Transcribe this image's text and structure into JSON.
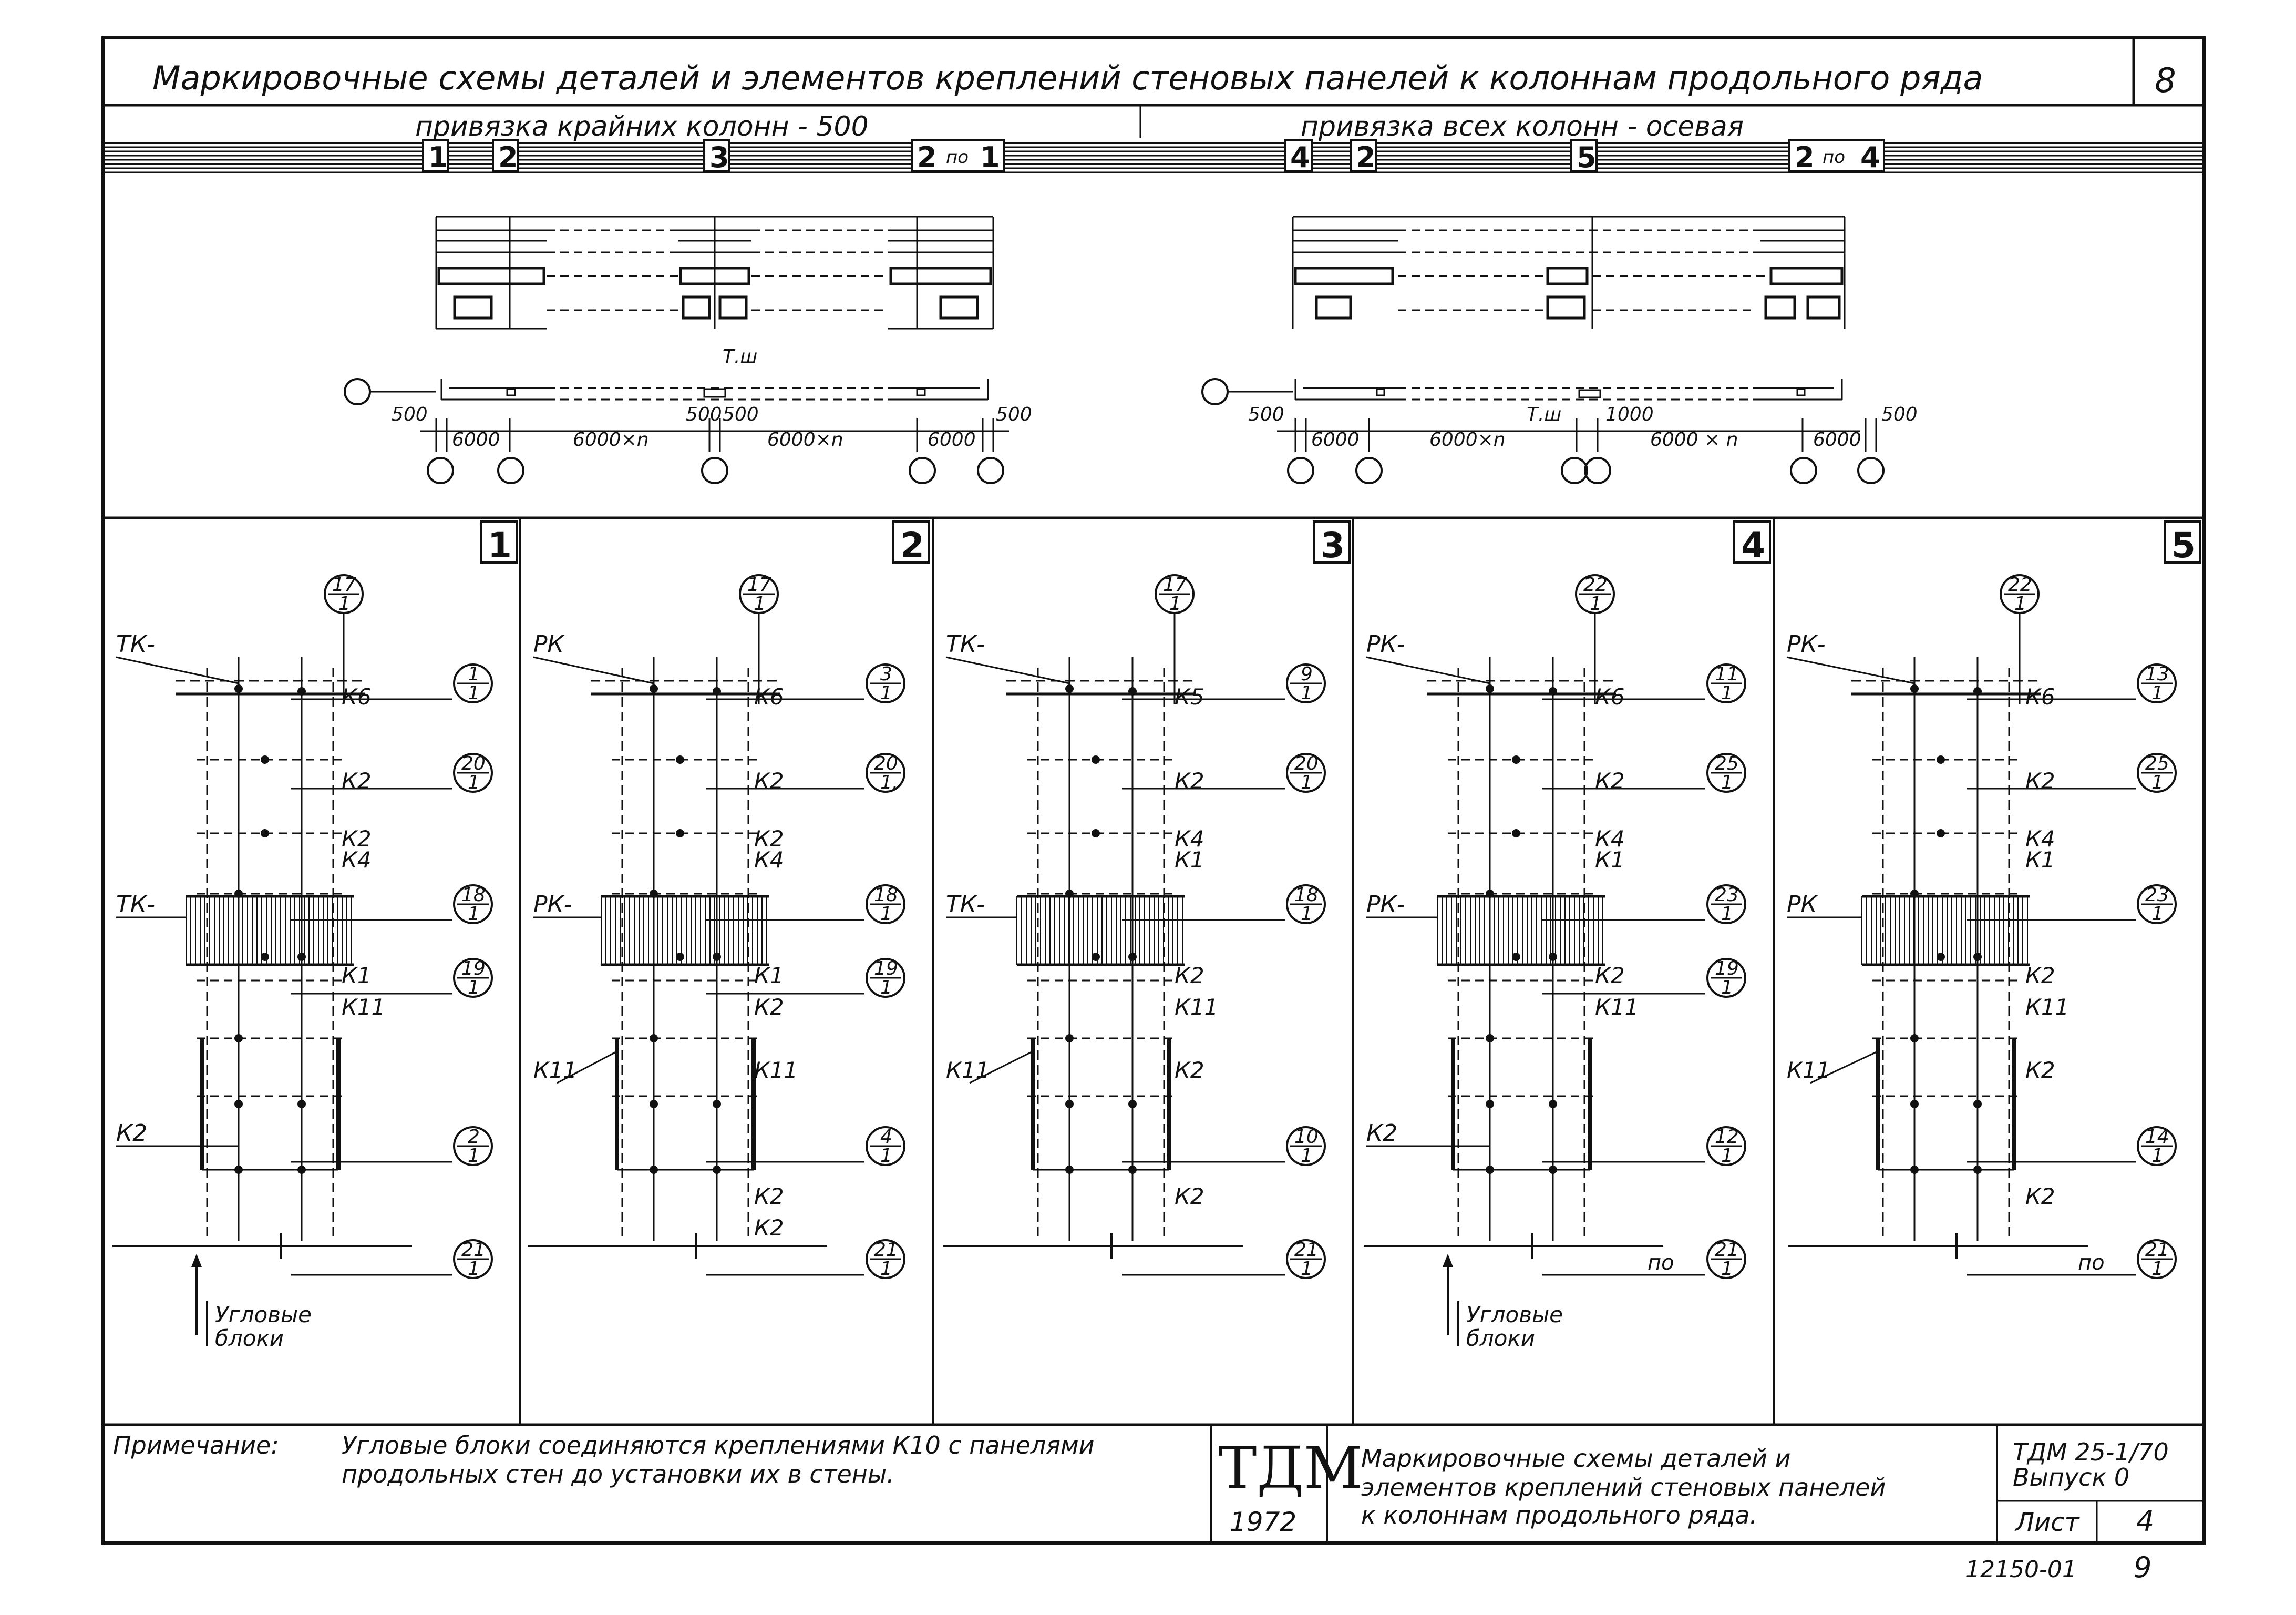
{
  "header": {
    "title": "Маркировочные схемы деталей и элементов креплений стеновых панелей к колоннам продольного ряда",
    "sheet_no": "8"
  },
  "left_plan": {
    "caption": "привязка крайних колонн - 500",
    "tags": [
      "1",
      "2",
      "3",
      "2",
      "по",
      "1"
    ],
    "dims": {
      "a": "500",
      "b": "6000",
      "c": "6000×n",
      "d": "500",
      "e": "500",
      "f": "6000×n",
      "g": "6000",
      "h": "500"
    },
    "tsh": "Т.ш"
  },
  "right_plan": {
    "caption": "привязка всех колонн - осевая",
    "tags": [
      "4",
      "2",
      "5",
      "2",
      "по",
      "4"
    ],
    "dims": {
      "a": "500",
      "b": "6000",
      "c": "6000×n",
      "d": "1000",
      "f": "6000 × n",
      "g": "6000",
      "h": "500"
    },
    "tsh": "Т.ш"
  },
  "panels": [
    {
      "num": "1",
      "top": {
        "n": "17",
        "d": "1"
      },
      "bubbles": [
        [
          "1",
          "1"
        ],
        [
          "20",
          "1"
        ],
        [
          "18",
          "1"
        ],
        [
          "19",
          "1"
        ],
        [
          "2",
          "1"
        ],
        [
          "21",
          "1"
        ]
      ],
      "labels": {
        "l1": "ТК-",
        "l2": "ТК-",
        "l3": "К2",
        "k6": "К6",
        "k2a": "К2",
        "k2b": "К2",
        "k4": "К4",
        "k1": "К1",
        "k11": "К11"
      },
      "corner": [
        "Угловые",
        "блоки"
      ]
    },
    {
      "num": "2",
      "top": {
        "n": "17",
        "d": "1"
      },
      "bubbles": [
        [
          "3",
          "1"
        ],
        [
          "20",
          "1."
        ],
        [
          "18",
          "1"
        ],
        [
          "19",
          "1"
        ],
        [
          "4",
          "1"
        ],
        [
          "21",
          "1"
        ]
      ],
      "labels": {
        "l1": "РК",
        "l2": "РК-",
        "k6": "К6",
        "k2a": "К2",
        "k2b": "К2",
        "k4": "К4",
        "k1": "К1",
        "k2c": "К2",
        "k11a": "К11",
        "k11b": "К11",
        "k2d": "К2",
        "k2e": "К2"
      }
    },
    {
      "num": "3",
      "top": {
        "n": "17",
        "d": "1"
      },
      "bubbles": [
        [
          "9",
          "1"
        ],
        [
          "20",
          "1"
        ],
        [
          "18",
          "1"
        ],
        [
          "10",
          "1"
        ],
        [
          "21",
          "1"
        ]
      ],
      "labels": {
        "l1": "ТК-",
        "l2": "ТК-",
        "k5": "К5",
        "k2a": "К2",
        "k4": "К4",
        "k1": "К1",
        "k2c": "К2",
        "k11a": "К11",
        "k11b": "К11",
        "k2d": "К2",
        "k2e": "К2"
      }
    },
    {
      "num": "4",
      "top": {
        "n": "22",
        "d": "1"
      },
      "bubbles": [
        [
          "11",
          "1"
        ],
        [
          "25",
          "1"
        ],
        [
          "23",
          "1"
        ],
        [
          "19",
          "1"
        ],
        [
          "12",
          "1"
        ],
        [
          "21",
          "1"
        ]
      ],
      "labels": {
        "l1": "РК-",
        "l2": "РК-",
        "l3": "К2",
        "k6": "К6",
        "k2a": "К2",
        "k4": "К4",
        "k1": "К1",
        "k2c": "К2",
        "k11": "К11",
        "po": "по"
      },
      "corner": [
        "Угловые",
        "блоки"
      ]
    },
    {
      "num": "5",
      "top": {
        "n": "22",
        "d": "1"
      },
      "bubbles": [
        [
          "13",
          "1"
        ],
        [
          "25",
          "1"
        ],
        [
          "23",
          "1"
        ],
        [
          "14",
          "1"
        ],
        [
          "21",
          "1"
        ]
      ],
      "labels": {
        "l1": "РК-",
        "l2": "РК",
        "k6": "К6",
        "k2a": "К2",
        "k4": "К4",
        "k1": "К1",
        "k2c": "К2",
        "k11a": "К11",
        "k11b": "К11",
        "k2d": "К2",
        "k2e": "К2",
        "po": "по"
      }
    }
  ],
  "note": {
    "label": "Примечание:",
    "line1": "Угловые блоки соединяются креплениями К10 с панелями",
    "line2": "продольных стен до установки их в стены."
  },
  "titleblock": {
    "logo": "ТДМ",
    "year": "1972",
    "desc1": "Маркировочные схемы деталей и",
    "desc2": "элементов креплений стеновых панелей",
    "desc3": "к колоннам продольного ряда.",
    "code": "ТДМ 25-1/70",
    "issue": "Выпуск 0",
    "sheet_label": "Лист",
    "sheet": "4"
  },
  "footer": {
    "inv": "12150-01",
    "page": "9"
  }
}
